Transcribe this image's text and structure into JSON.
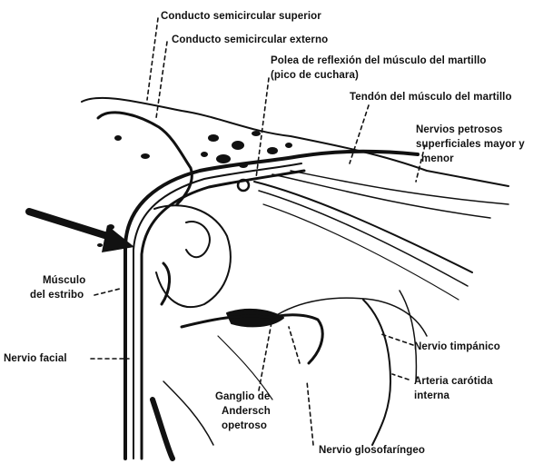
{
  "labels": {
    "semicircular_superior": "Conducto semicircular superior",
    "semicircular_externo": "Conducto semicircular externo",
    "polea_line1": "Polea de reflexión del músculo del martillo",
    "polea_line2": "(pico de cuchara)",
    "tendon": "Tendón del músculo del martillo",
    "petrosos_line1": "Nervios petrosos",
    "petrosos_line2": "superficiales mayor y",
    "petrosos_line3": "menor",
    "estribo_line1": "Músculo",
    "estribo_line2": "del estribo",
    "nervio_facial": "Nervio facial",
    "timpanico": "Nervio timpánico",
    "carotida_line1": "Arteria carótida",
    "carotida_line2": "interna",
    "ganglio_line1": "Ganglio de",
    "ganglio_line2": "Andersch",
    "ganglio_line3": "opetroso",
    "glosofaringeo": "Nervio glosofaríngeo"
  }
}
